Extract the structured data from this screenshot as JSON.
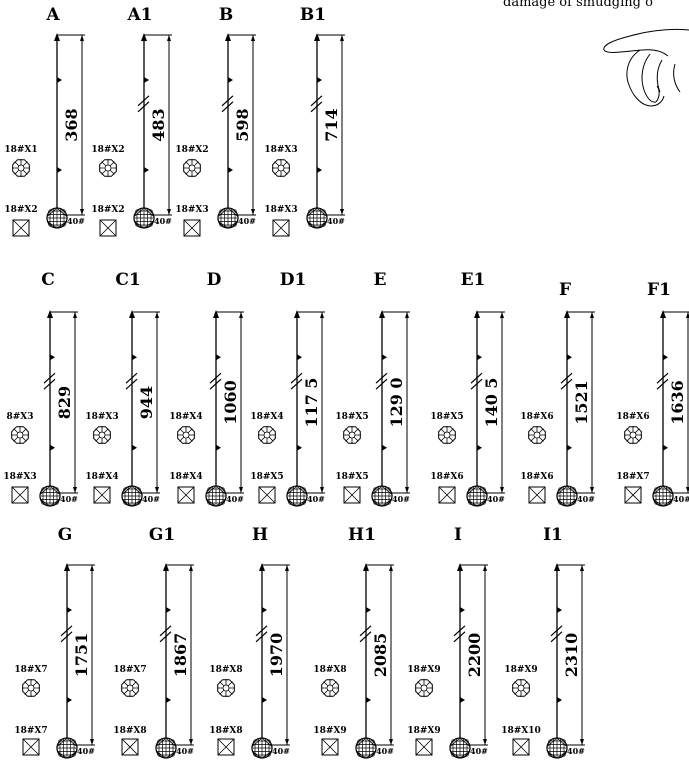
{
  "note": {
    "text": "damage of smudging o"
  },
  "ball_caption": "40#",
  "rows": [
    {
      "items": [
        {
          "label": "A",
          "dimension": "368",
          "top_code": "18#X1",
          "bottom_code": "18#X2",
          "broken": false
        },
        {
          "label": "A1",
          "dimension": "483",
          "top_code": "18#X2",
          "bottom_code": "18#X2",
          "broken": true
        },
        {
          "label": "B",
          "dimension": "598",
          "top_code": "18#X2",
          "bottom_code": "18#X3",
          "broken": true
        },
        {
          "label": "B1",
          "dimension": "714",
          "top_code": "18#X3",
          "bottom_code": "18#X3",
          "broken": true
        }
      ]
    },
    {
      "items": [
        {
          "label": "C",
          "dimension": "829",
          "top_code": "8#X3",
          "bottom_code": "18#X3",
          "broken": true
        },
        {
          "label": "C1",
          "dimension": "944",
          "top_code": "18#X3",
          "bottom_code": "18#X4",
          "broken": true
        },
        {
          "label": "D",
          "dimension": "1060",
          "top_code": "18#X4",
          "bottom_code": "18#X4",
          "broken": true
        },
        {
          "label": "D1",
          "dimension": "117 5",
          "top_code": "18#X4",
          "bottom_code": "18#X5",
          "broken": true
        },
        {
          "label": "E",
          "dimension": "129 0",
          "top_code": "18#X5",
          "bottom_code": "18#X5",
          "broken": true
        },
        {
          "label": "E1",
          "dimension": "140 5",
          "top_code": "18#X5",
          "bottom_code": "18#X6",
          "broken": true
        },
        {
          "label": "F",
          "dimension": "1521",
          "top_code": "18#X6",
          "bottom_code": "18#X6",
          "broken": true
        },
        {
          "label": "F1",
          "dimension": "1636",
          "top_code": "18#X6",
          "bottom_code": "18#X7",
          "broken": true
        }
      ]
    },
    {
      "items": [
        {
          "label": "G",
          "dimension": "1751",
          "top_code": "18#X7",
          "bottom_code": "18#X7",
          "broken": true
        },
        {
          "label": "G1",
          "dimension": "1867",
          "top_code": "18#X7",
          "bottom_code": "18#X8",
          "broken": true
        },
        {
          "label": "H",
          "dimension": "1970",
          "top_code": "18#X8",
          "bottom_code": "18#X8",
          "broken": true
        },
        {
          "label": "H1",
          "dimension": "2085",
          "top_code": "18#X8",
          "bottom_code": "18#X9",
          "broken": true
        },
        {
          "label": "I",
          "dimension": "2200",
          "top_code": "18#X9",
          "bottom_code": "18#X9",
          "broken": true
        },
        {
          "label": "I1",
          "dimension": "2310",
          "top_code": "18#X9",
          "bottom_code": "18#X10",
          "broken": true
        }
      ]
    }
  ]
}
